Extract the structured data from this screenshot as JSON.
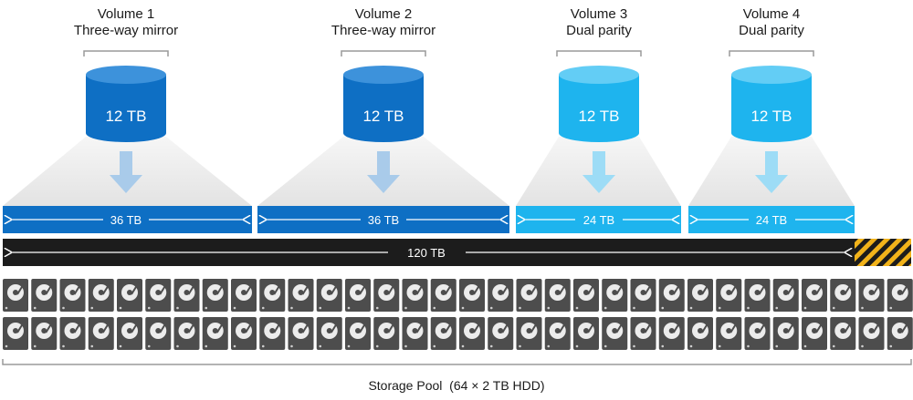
{
  "volumes": [
    {
      "title": "Volume 1",
      "resiliency": "Three-way mirror",
      "size": "12 TB",
      "footprint": "36 TB",
      "kind": "mirror"
    },
    {
      "title": "Volume 2",
      "resiliency": "Three-way mirror",
      "size": "12 TB",
      "footprint": "36 TB",
      "kind": "mirror"
    },
    {
      "title": "Volume 3",
      "resiliency": "Dual parity",
      "size": "12 TB",
      "footprint": "24 TB",
      "kind": "parity"
    },
    {
      "title": "Volume 4",
      "resiliency": "Dual parity",
      "size": "12 TB",
      "footprint": "24 TB",
      "kind": "parity"
    }
  ],
  "pool": {
    "capacity": "120 TB",
    "label": "Storage Pool  (64 × 2 TB HDD)",
    "drive_count": 64,
    "drive_icon": "hard-drive-icon",
    "reserve_pattern": "hazard-stripes"
  },
  "colors": {
    "mirror": "#0e6fc4",
    "mirror_top": "#3d92db",
    "parity": "#1eb4ee",
    "parity_top": "#63cdf5",
    "capacity_bar": "#1c1c1c",
    "reserve_stripe": "#f2b31a",
    "drive": "#4d4d4d",
    "arrow_mirror": "#a9cbea",
    "arrow_parity": "#9ddcf6",
    "bracket": "#9a9a9a"
  }
}
